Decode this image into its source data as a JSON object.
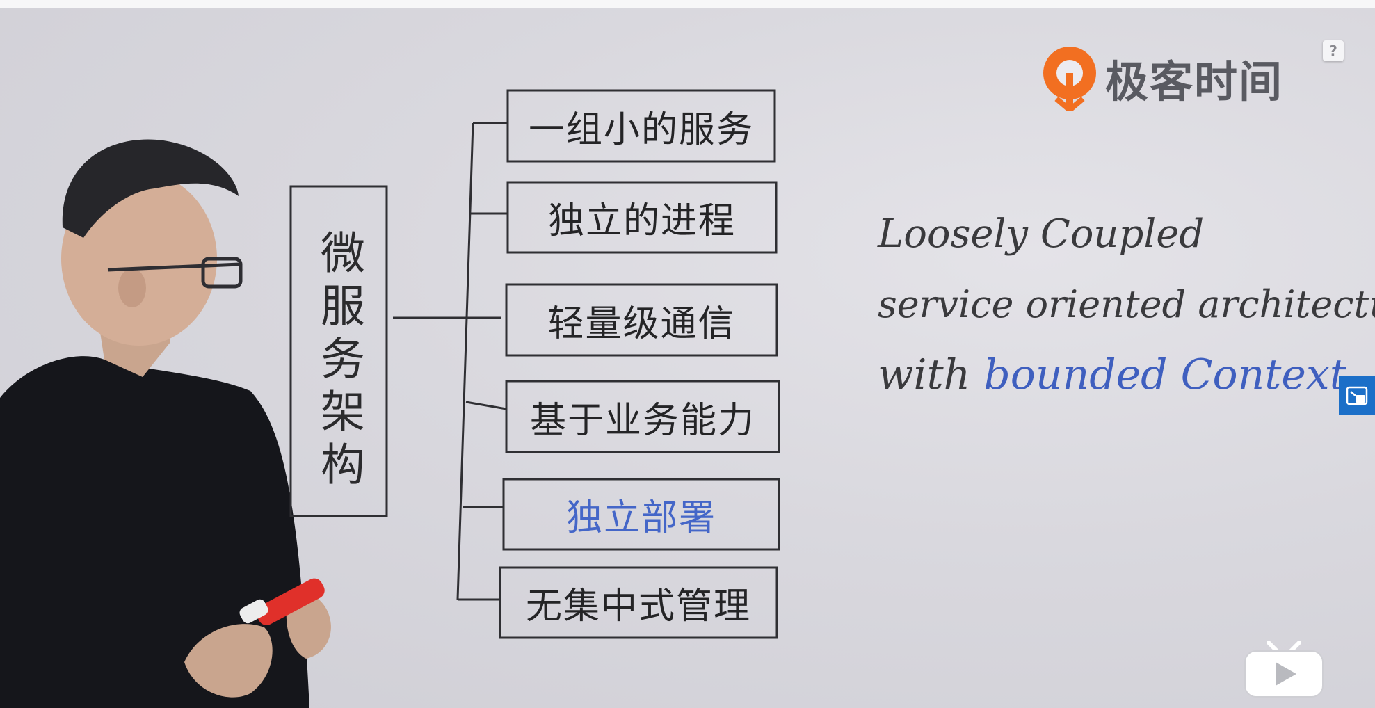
{
  "logo": {
    "text": "极客时间",
    "brand_color": "#f26f21"
  },
  "whiteboard": {
    "root": "微服务架构",
    "items": [
      {
        "text": "一组小的服务"
      },
      {
        "text": "独立的进程"
      },
      {
        "text": "轻量级通信"
      },
      {
        "text": "基于业务能力"
      },
      {
        "text": "独立部署",
        "color": "#4466c8"
      },
      {
        "text": "无集中式管理"
      }
    ],
    "notes": {
      "line1": "Loosely Coupled",
      "line2": "service oriented architecture",
      "line3_prefix": "with",
      "line3_highlight": "bounded Context"
    }
  },
  "overlay": {
    "help_label": "?",
    "help_icon": "question-icon",
    "pip_icon": "picture-in-picture-icon",
    "tv_icon": "tv-play-icon",
    "pip_color": "#1b6fc8"
  }
}
